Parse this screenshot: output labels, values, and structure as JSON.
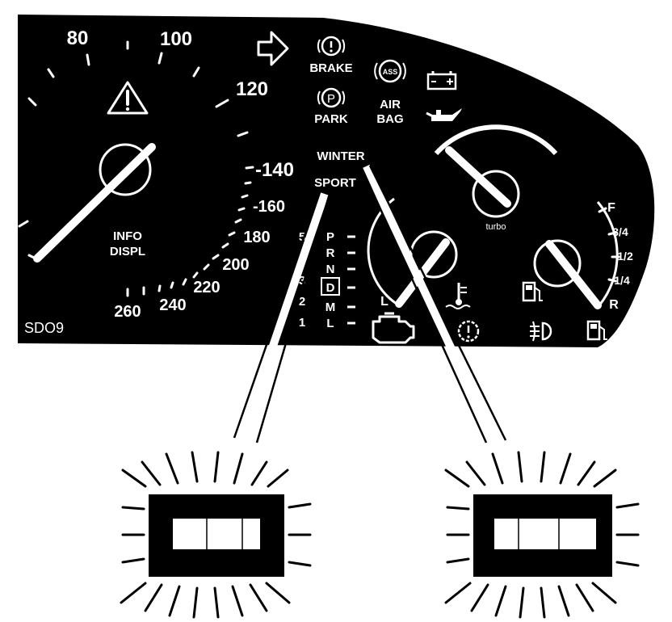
{
  "speedometer": {
    "labels": [
      "80",
      "100",
      "120",
      "-140",
      "-160",
      "180",
      "200",
      "220",
      "240",
      "260"
    ],
    "info_label_1": "INFO",
    "info_label_2": "DISPL"
  },
  "warnings": {
    "brake": "BRAKE",
    "park": "PARK",
    "air": "AIR",
    "bag": "BAG",
    "ass_symbol": "ASS",
    "park_symbol": "P"
  },
  "modes": {
    "winter": "WINTER",
    "sport": "SPORT"
  },
  "gear_selector": {
    "positions": [
      "P",
      "R",
      "N",
      "D",
      "M",
      "L"
    ],
    "numbers": [
      "5",
      "3",
      "2",
      "1"
    ],
    "selected": "D"
  },
  "gauges": {
    "turbo": "turbo",
    "temp_low": "L",
    "fuel_full": "F",
    "fuel_three_quarter": "3/4",
    "fuel_half": "1/2",
    "fuel_quarter": "1/4",
    "fuel_reserve": "R"
  },
  "figure_code": "SDO9"
}
